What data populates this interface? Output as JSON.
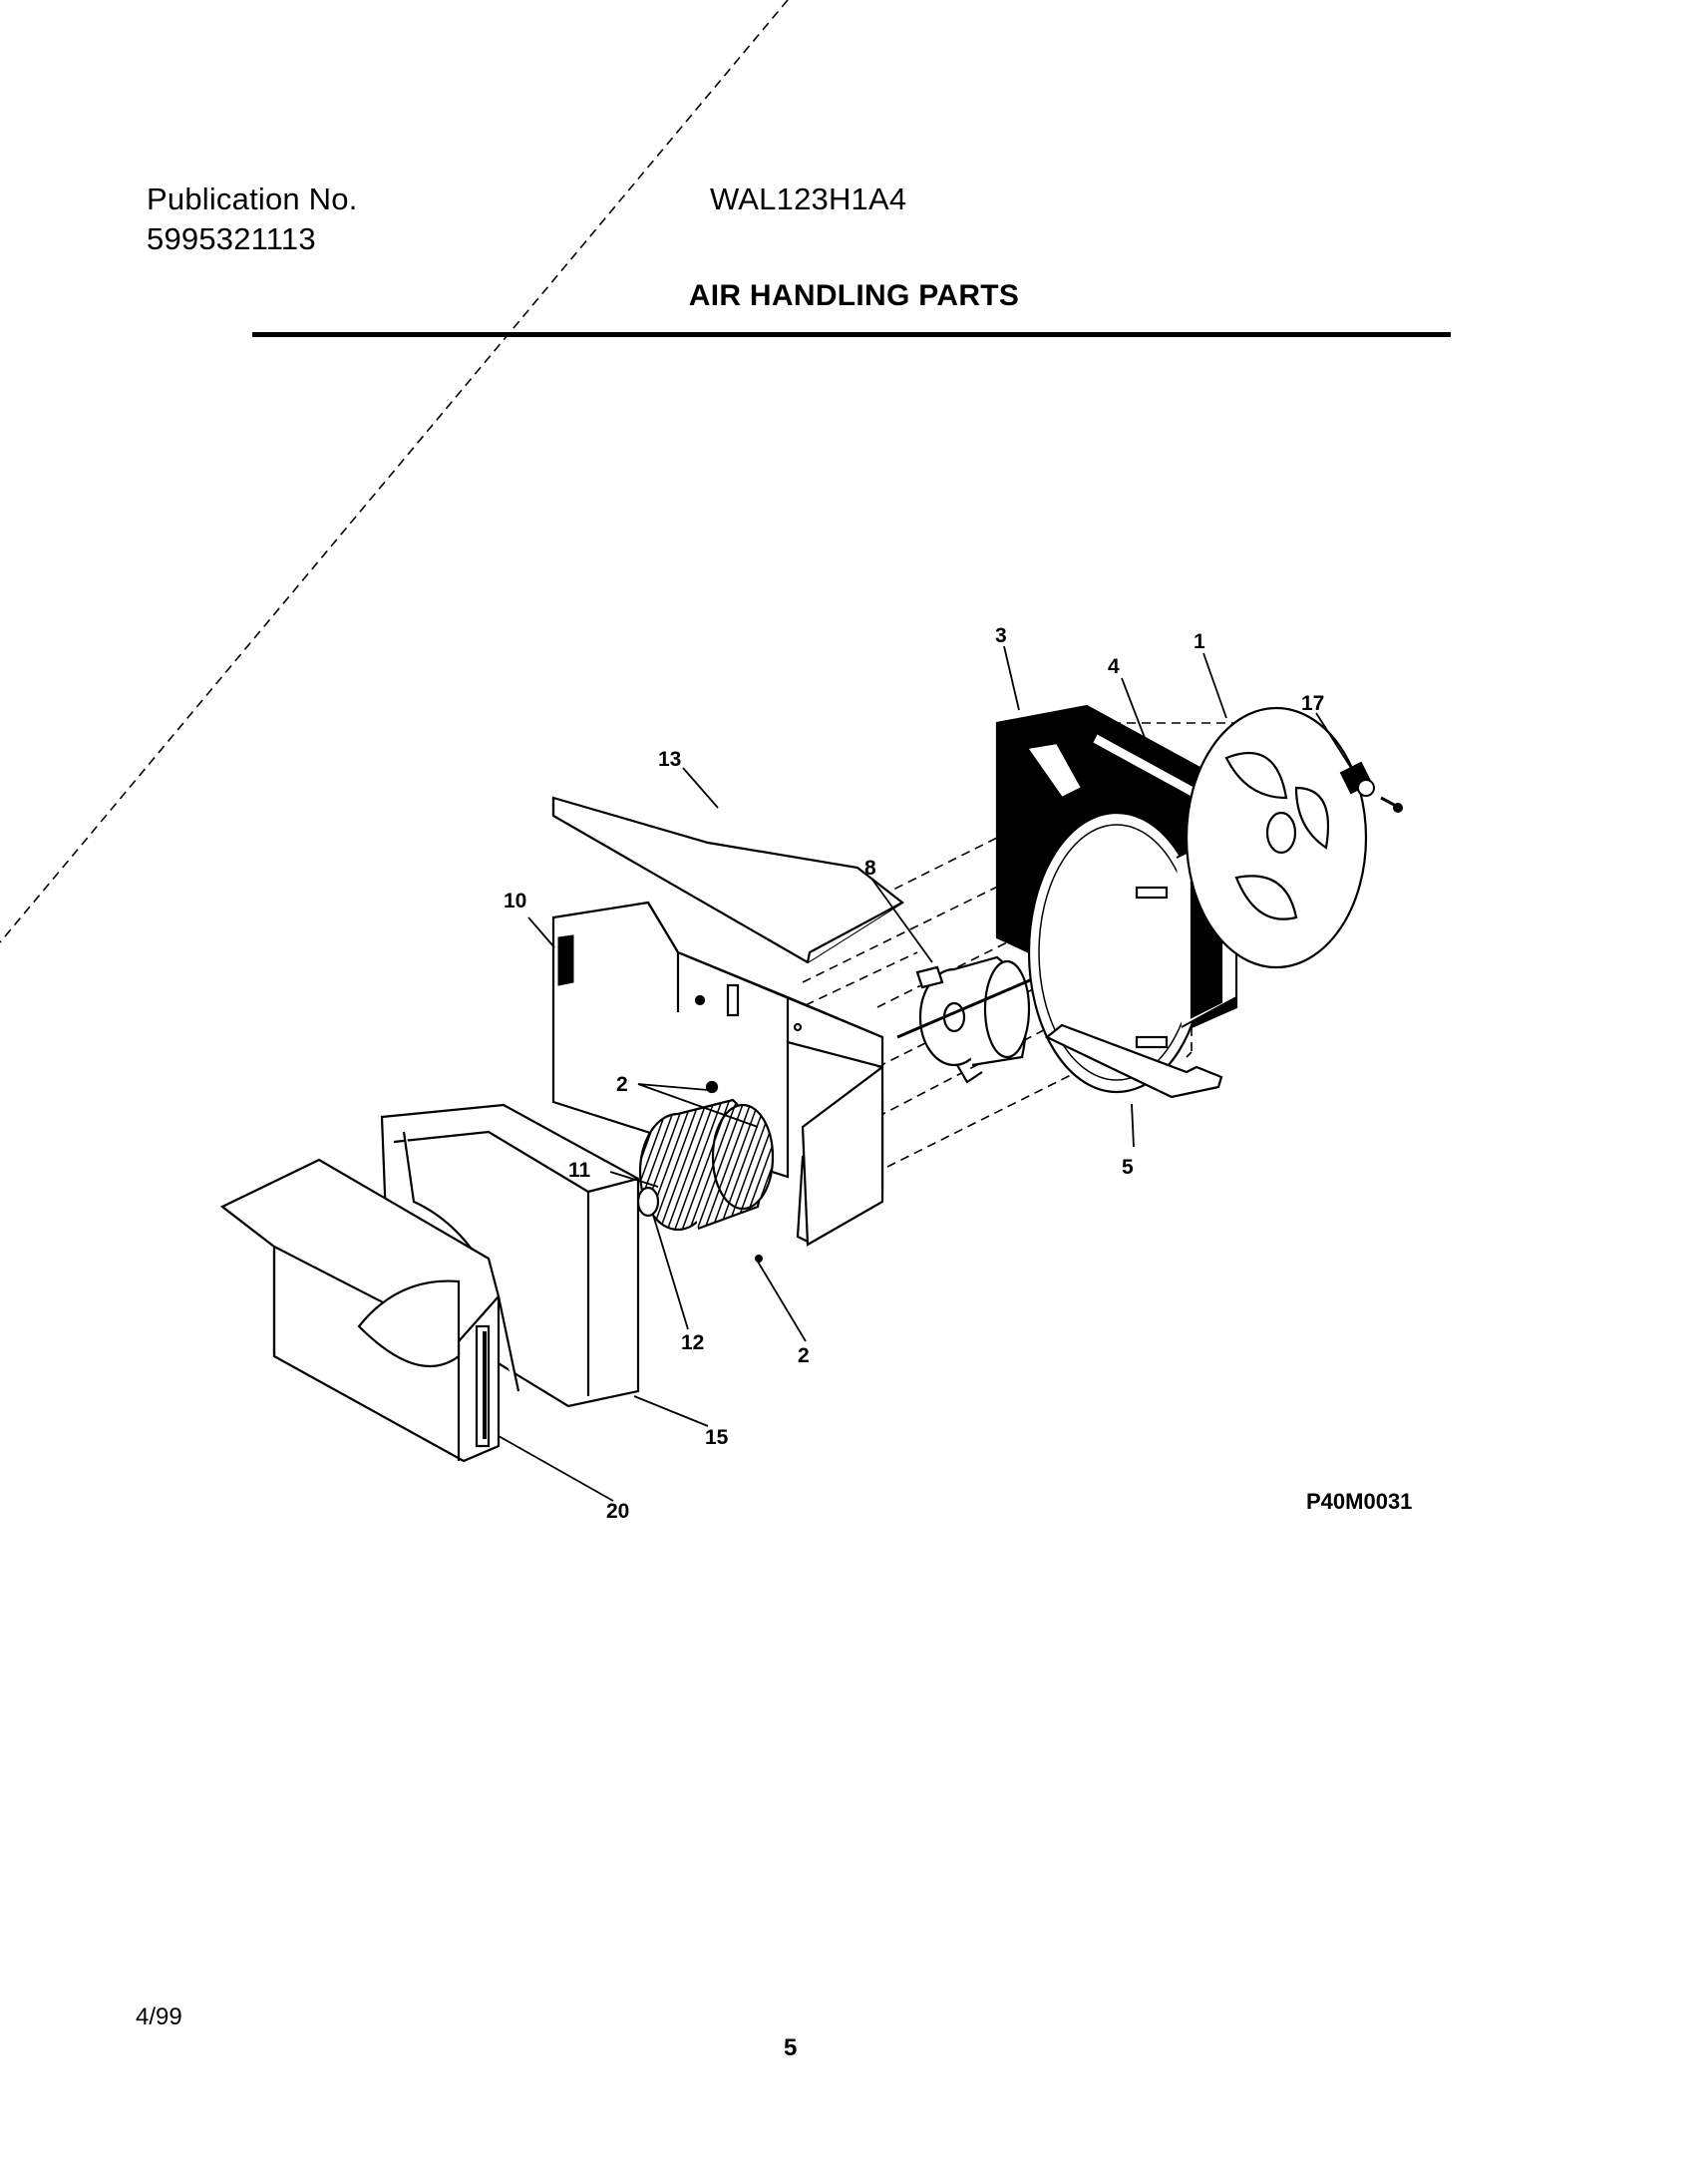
{
  "header": {
    "publication_label": "Publication No.",
    "publication_number": "5995321113",
    "model": "WAL123H1A4"
  },
  "title": "AIR HANDLING PARTS",
  "diagram": {
    "id": "P40M0031",
    "callouts": [
      {
        "key": "1",
        "label": "1"
      },
      {
        "key": "2a",
        "label": "2"
      },
      {
        "key": "2b",
        "label": "2"
      },
      {
        "key": "3",
        "label": "3"
      },
      {
        "key": "4",
        "label": "4"
      },
      {
        "key": "5",
        "label": "5"
      },
      {
        "key": "8",
        "label": "8"
      },
      {
        "key": "10",
        "label": "10"
      },
      {
        "key": "11",
        "label": "11"
      },
      {
        "key": "12",
        "label": "12"
      },
      {
        "key": "13",
        "label": "13"
      },
      {
        "key": "15",
        "label": "15"
      },
      {
        "key": "17",
        "label": "17"
      },
      {
        "key": "20",
        "label": "20"
      }
    ]
  },
  "footer": {
    "date": "4/99",
    "page_number": "5"
  }
}
